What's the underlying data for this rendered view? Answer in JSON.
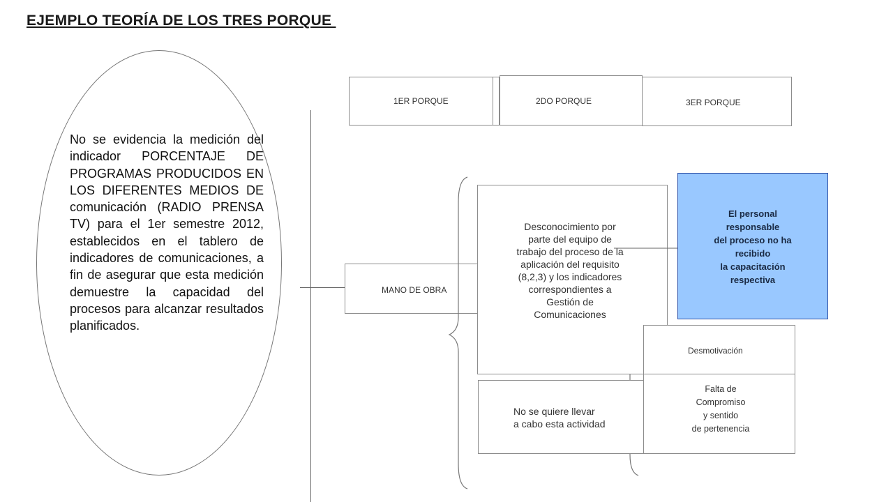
{
  "title": "EJEMPLO TEORÍA DE LOS TRES PORQUE ",
  "headers": {
    "first": "1ER PORQUE",
    "second": "2DO PORQUE",
    "third": "3ER PORQUE"
  },
  "problem": "No se evidencia la medición del indicador PORCENTAJE DE PROGRAMAS PRODUCIDOS EN LOS DIFERENTES MEDIOS DE comunicación (RADIO PRENSA TV) para el 1er semestre 2012, establecidos en el tablero de indicadores de comunicaciones, a fin de asegurar que esta medición demuestre la capacidad del procesos para alcanzar resultados planificados.",
  "category": "MANO DE OBRA",
  "causes": {
    "second_a": "Desconocimiento por parte del equipo de trabajo del proceso de la aplicación del requisito (8,2,3) y los indicadores correspondientes a Gestión de Comunicaciones",
    "second_b": "No se quiere llevar\na cabo esta actividad",
    "third_a": "El personal\nresponsable\ndel proceso no ha\nrecibido\nla capacitación\nrespectiva",
    "third_b": "Desmotivación",
    "third_c": "Falta de\nCompromiso\ny sentido\nde pertenencia"
  },
  "colors": {
    "highlight_fill": "#99c8ff",
    "highlight_border": "#3355aa"
  }
}
